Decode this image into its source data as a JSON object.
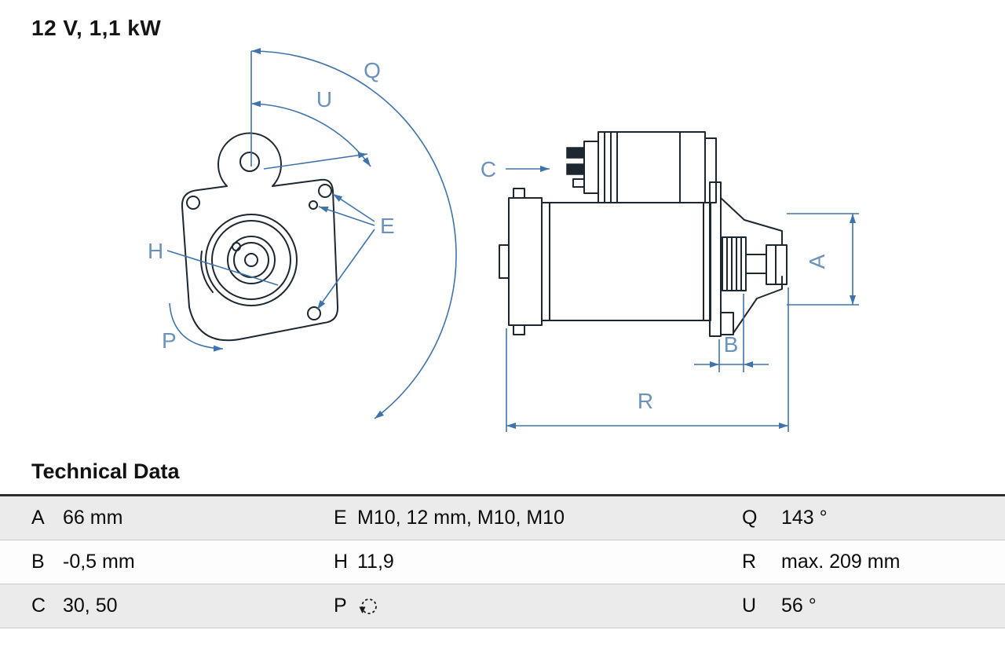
{
  "header": {
    "spec": "12 V, 1,1 kW"
  },
  "diagram": {
    "colors": {
      "outline": "#1d2732",
      "dimension": "#3f74aa",
      "label": "#6b92ba"
    },
    "labels": {
      "q": "Q",
      "u": "U",
      "e": "E",
      "h": "H",
      "p": "P",
      "c": "C",
      "a": "A",
      "b": "B",
      "r": "R"
    }
  },
  "table": {
    "title": "Technical Data",
    "rows": [
      {
        "cells": [
          {
            "key": "A",
            "value": "66 mm"
          },
          {
            "key": "E",
            "value": "M10, 12 mm, M10, M10"
          },
          {
            "key": "Q",
            "value": "143 °"
          }
        ]
      },
      {
        "cells": [
          {
            "key": "B",
            "value": "-0,5 mm"
          },
          {
            "key": "H",
            "value": "11,9"
          },
          {
            "key": "R",
            "value": "max. 209 mm"
          }
        ]
      },
      {
        "cells": [
          {
            "key": "C",
            "value": "30, 50"
          },
          {
            "key": "P",
            "value": "",
            "icon": "rotation-ccw-icon"
          },
          {
            "key": "U",
            "value": "56 °"
          }
        ]
      }
    ]
  }
}
